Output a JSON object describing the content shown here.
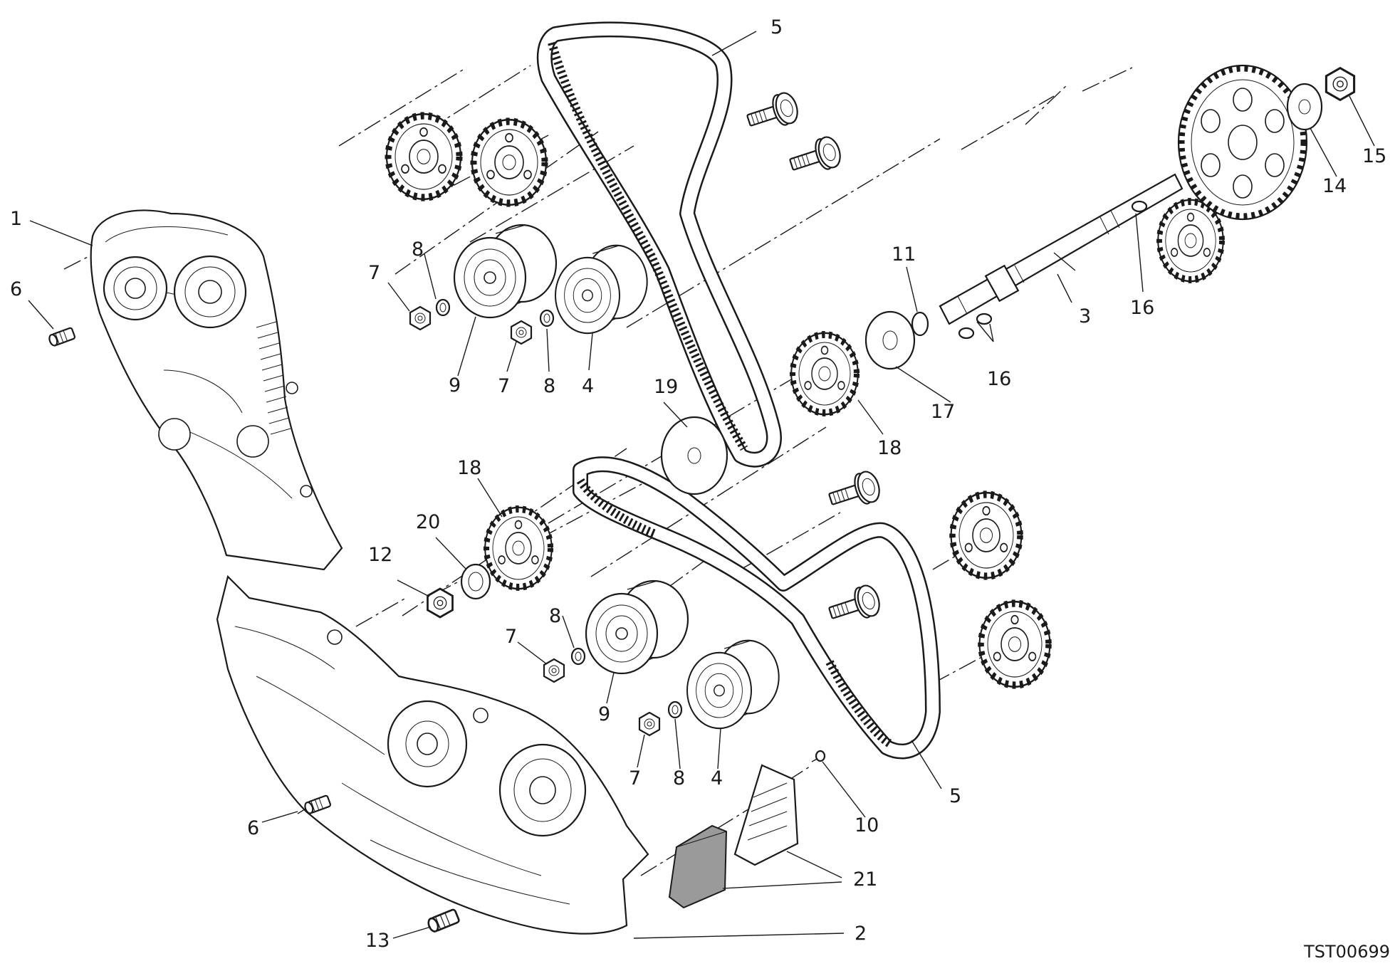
{
  "drawing_code": "TST00699",
  "callouts": [
    {
      "id": "c1",
      "text": "1"
    },
    {
      "id": "c2",
      "text": "2"
    },
    {
      "id": "c3",
      "text": "3"
    },
    {
      "id": "c4a",
      "text": "4"
    },
    {
      "id": "c4b",
      "text": "4"
    },
    {
      "id": "c5a",
      "text": "5"
    },
    {
      "id": "c5b",
      "text": "5"
    },
    {
      "id": "c6a",
      "text": "6"
    },
    {
      "id": "c6b",
      "text": "6"
    },
    {
      "id": "c7a",
      "text": "7"
    },
    {
      "id": "c7b",
      "text": "7"
    },
    {
      "id": "c7c",
      "text": "7"
    },
    {
      "id": "c7d",
      "text": "7"
    },
    {
      "id": "c8a",
      "text": "8"
    },
    {
      "id": "c8b",
      "text": "8"
    },
    {
      "id": "c8c",
      "text": "8"
    },
    {
      "id": "c8d",
      "text": "8"
    },
    {
      "id": "c9a",
      "text": "9"
    },
    {
      "id": "c9b",
      "text": "9"
    },
    {
      "id": "c10",
      "text": "10"
    },
    {
      "id": "c11",
      "text": "11"
    },
    {
      "id": "c12",
      "text": "12"
    },
    {
      "id": "c13",
      "text": "13"
    },
    {
      "id": "c14",
      "text": "14"
    },
    {
      "id": "c15",
      "text": "15"
    },
    {
      "id": "c16a",
      "text": "16"
    },
    {
      "id": "c16b",
      "text": "16"
    },
    {
      "id": "c17",
      "text": "17"
    },
    {
      "id": "c18a",
      "text": "18"
    },
    {
      "id": "c18b",
      "text": "18"
    },
    {
      "id": "c19",
      "text": "19"
    },
    {
      "id": "c20",
      "text": "20"
    },
    {
      "id": "c21",
      "text": "21"
    }
  ],
  "colors": {
    "ink": "#1a1a1a",
    "background": "#ffffff",
    "filled_part": "#9a9a9a"
  }
}
